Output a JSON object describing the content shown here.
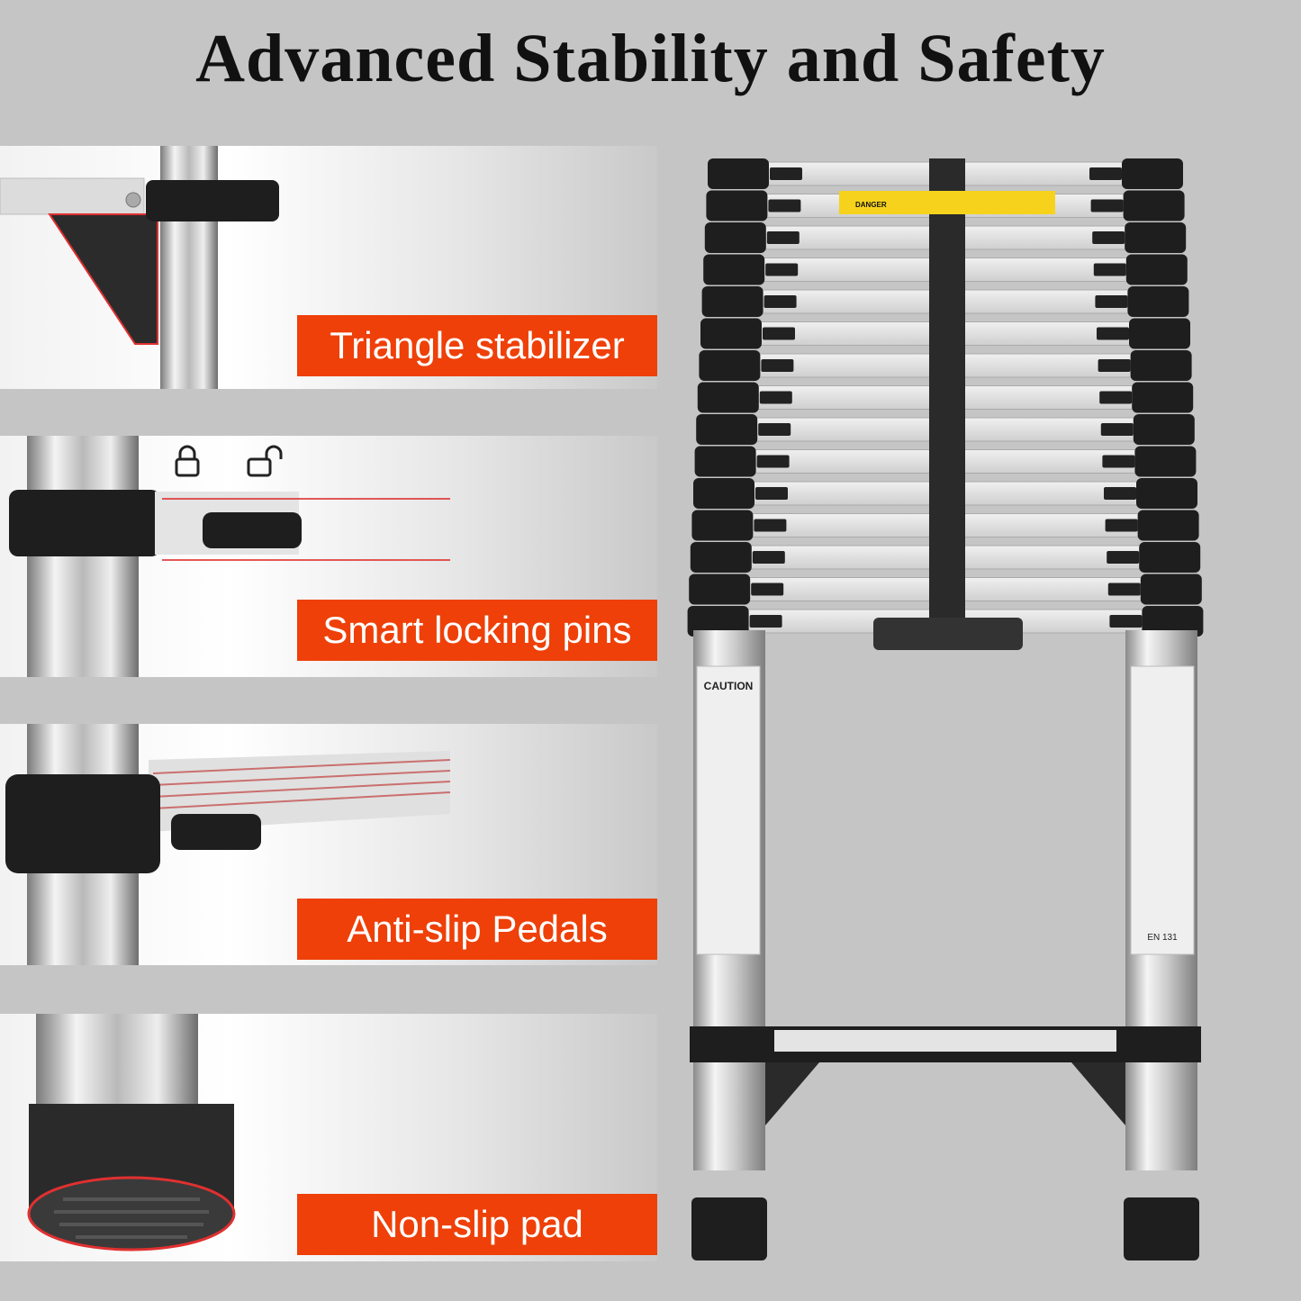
{
  "title": "Advanced Stability and Safety",
  "features": [
    {
      "label": "Triangle stabilizer"
    },
    {
      "label": "Smart locking pins"
    },
    {
      "label": "Anti-slip Pedals"
    },
    {
      "label": "Non-slip pad"
    }
  ],
  "ladder": {
    "caution_title": "CAUTION",
    "danger_label": "DANGER",
    "standard": "EN 131"
  },
  "colors": {
    "accent": "#ee4008",
    "background": "#c5c5c5",
    "black": "#1c1c1c"
  }
}
